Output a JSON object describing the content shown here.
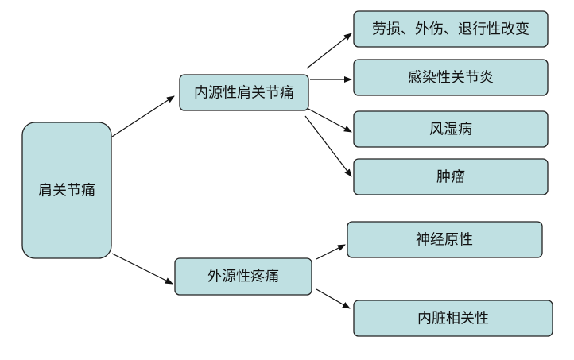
{
  "diagram": {
    "root": {
      "label": "肩关节痛"
    },
    "branches": [
      {
        "label": "内源性肩关节痛",
        "children": [
          {
            "label": "劳损、外伤、退行性改变"
          },
          {
            "label": "感染性关节炎"
          },
          {
            "label": "风湿病"
          },
          {
            "label": "肿瘤"
          }
        ]
      },
      {
        "label": "外源性疼痛",
        "children": [
          {
            "label": "神经原性"
          },
          {
            "label": "内脏相关性"
          }
        ]
      }
    ]
  },
  "colors": {
    "box_fill": "#bfe0e2",
    "box_stroke": "#222222",
    "edge": "#111111"
  }
}
